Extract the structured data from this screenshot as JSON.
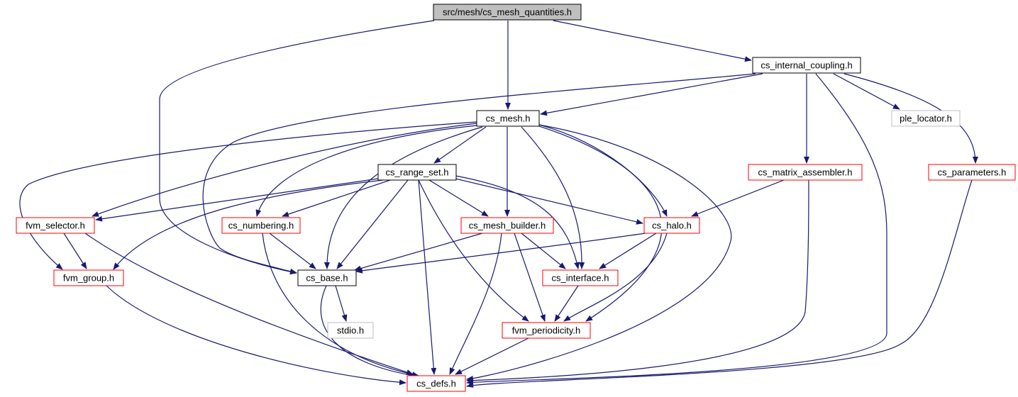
{
  "graph": {
    "title_file": "src/mesh/cs_mesh_quantities.h",
    "nodes": [
      {
        "id": "root",
        "label": "src/mesh/cs_mesh_quantities.h",
        "style": "root"
      },
      {
        "id": "internal_coupling",
        "label": "cs_internal_coupling.h",
        "style": "normal"
      },
      {
        "id": "mesh",
        "label": "cs_mesh.h",
        "style": "normal"
      },
      {
        "id": "ple_locator",
        "label": "ple_locator.h",
        "style": "external"
      },
      {
        "id": "range_set",
        "label": "cs_range_set.h",
        "style": "normal"
      },
      {
        "id": "matrix_assembler",
        "label": "cs_matrix_assembler.h",
        "style": "red"
      },
      {
        "id": "parameters",
        "label": "cs_parameters.h",
        "style": "red"
      },
      {
        "id": "fvm_selector",
        "label": "fvm_selector.h",
        "style": "red"
      },
      {
        "id": "numbering",
        "label": "cs_numbering.h",
        "style": "red"
      },
      {
        "id": "mesh_builder",
        "label": "cs_mesh_builder.h",
        "style": "red"
      },
      {
        "id": "halo",
        "label": "cs_halo.h",
        "style": "red"
      },
      {
        "id": "fvm_group",
        "label": "fvm_group.h",
        "style": "red"
      },
      {
        "id": "base",
        "label": "cs_base.h",
        "style": "normal"
      },
      {
        "id": "interface",
        "label": "cs_interface.h",
        "style": "red"
      },
      {
        "id": "stdio",
        "label": "stdio.h",
        "style": "external"
      },
      {
        "id": "fvm_periodicity",
        "label": "fvm_periodicity.h",
        "style": "red"
      },
      {
        "id": "defs",
        "label": "cs_defs.h",
        "style": "red"
      }
    ],
    "edges": [
      [
        "root",
        "base"
      ],
      [
        "root",
        "mesh"
      ],
      [
        "root",
        "internal_coupling"
      ],
      [
        "internal_coupling",
        "base"
      ],
      [
        "internal_coupling",
        "mesh"
      ],
      [
        "internal_coupling",
        "ple_locator"
      ],
      [
        "internal_coupling",
        "matrix_assembler"
      ],
      [
        "internal_coupling",
        "parameters"
      ],
      [
        "internal_coupling",
        "defs"
      ],
      [
        "mesh",
        "range_set"
      ],
      [
        "mesh",
        "fvm_selector"
      ],
      [
        "mesh",
        "numbering"
      ],
      [
        "mesh",
        "mesh_builder"
      ],
      [
        "mesh",
        "halo"
      ],
      [
        "mesh",
        "fvm_group"
      ],
      [
        "mesh",
        "base"
      ],
      [
        "mesh",
        "interface"
      ],
      [
        "mesh",
        "fvm_periodicity"
      ],
      [
        "mesh",
        "defs"
      ],
      [
        "range_set",
        "fvm_selector"
      ],
      [
        "range_set",
        "numbering"
      ],
      [
        "range_set",
        "mesh_builder"
      ],
      [
        "range_set",
        "halo"
      ],
      [
        "range_set",
        "fvm_group"
      ],
      [
        "range_set",
        "base"
      ],
      [
        "range_set",
        "interface"
      ],
      [
        "range_set",
        "fvm_periodicity"
      ],
      [
        "range_set",
        "defs"
      ],
      [
        "matrix_assembler",
        "halo"
      ],
      [
        "matrix_assembler",
        "defs"
      ],
      [
        "parameters",
        "defs"
      ],
      [
        "fvm_selector",
        "fvm_group"
      ],
      [
        "fvm_selector",
        "defs"
      ],
      [
        "numbering",
        "base"
      ],
      [
        "numbering",
        "defs"
      ],
      [
        "mesh_builder",
        "base"
      ],
      [
        "mesh_builder",
        "interface"
      ],
      [
        "mesh_builder",
        "fvm_periodicity"
      ],
      [
        "mesh_builder",
        "defs"
      ],
      [
        "halo",
        "base"
      ],
      [
        "halo",
        "interface"
      ],
      [
        "halo",
        "fvm_periodicity"
      ],
      [
        "fvm_group",
        "defs"
      ],
      [
        "base",
        "stdio"
      ],
      [
        "base",
        "defs"
      ],
      [
        "interface",
        "fvm_periodicity"
      ],
      [
        "fvm_periodicity",
        "defs"
      ]
    ],
    "colors": {
      "edge": "#191970",
      "normal_border": "#000000",
      "red_border": "#ff0000",
      "external_border": "#bfbfbf",
      "root_fill": "#bfbfbf",
      "box_fill": "#ffffff"
    }
  }
}
